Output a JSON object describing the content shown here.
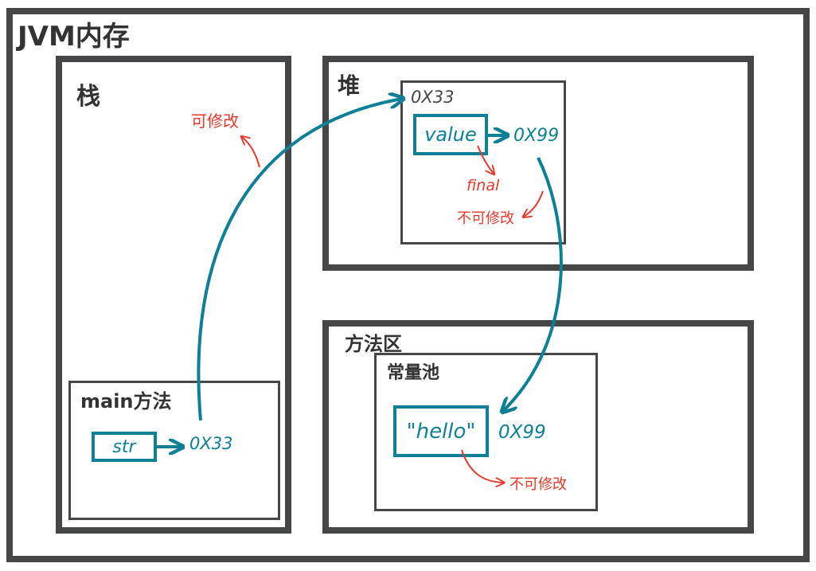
{
  "title": "JVM内存",
  "stack": {
    "label": "栈",
    "note": "可修改",
    "frame": {
      "label": "main方法",
      "var_name": "str",
      "var_value": "0X33"
    }
  },
  "heap": {
    "label": "堆",
    "object": {
      "address": "0X33",
      "field": "value",
      "field_value": "0X99",
      "modifier": "final",
      "note": "不可修改"
    }
  },
  "method_area": {
    "label": "方法区",
    "pool": {
      "label": "常量池",
      "literal": "\"hello\"",
      "address": "0X99",
      "note": "不可修改"
    }
  },
  "colors": {
    "border": "#444648",
    "reference": "#0e7f96",
    "annotation": "#e5392b"
  }
}
